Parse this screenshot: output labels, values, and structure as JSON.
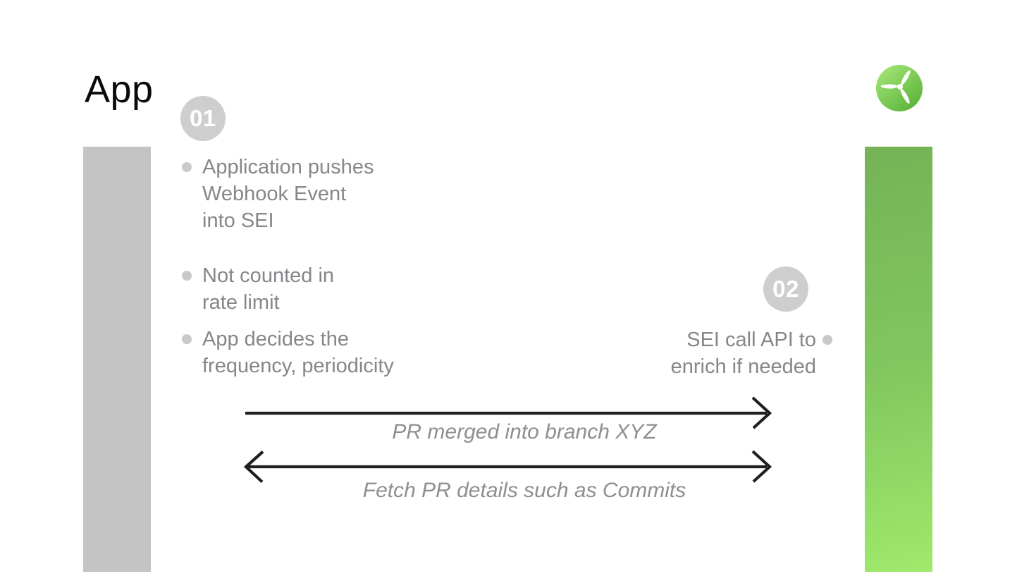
{
  "page": {
    "title": "App"
  },
  "logo": {
    "icon": "propeller",
    "green_light": "#9bdf6e",
    "green_dark": "#5cb53b"
  },
  "colors": {
    "left_bar_gray": "#c4c4c4",
    "right_bar_green_top": "#74b356",
    "right_bar_green_bottom": "#9fe96c",
    "badge_gray": "#cecece",
    "text_gray": "#86868b",
    "arrow_black": "#1f1f21",
    "label_italic_gray": "#8e8e93"
  },
  "steps": [
    {
      "badge": "01",
      "bullets": [
        {
          "lines": [
            "Application pushes",
            "Webhook Event",
            "into SEI"
          ]
        },
        {
          "lines": [
            "Not counted in",
            "rate limit"
          ]
        },
        {
          "lines": [
            "App decides the",
            "frequency, periodicity"
          ]
        }
      ]
    },
    {
      "badge": "02",
      "bullets": [
        {
          "lines": [
            "SEI call API to",
            "enrich if needed"
          ]
        }
      ]
    }
  ],
  "arrows": [
    {
      "label": "PR merged into branch XYZ",
      "direction": "right"
    },
    {
      "label": "Fetch PR details such as Commits",
      "direction": "both"
    }
  ]
}
